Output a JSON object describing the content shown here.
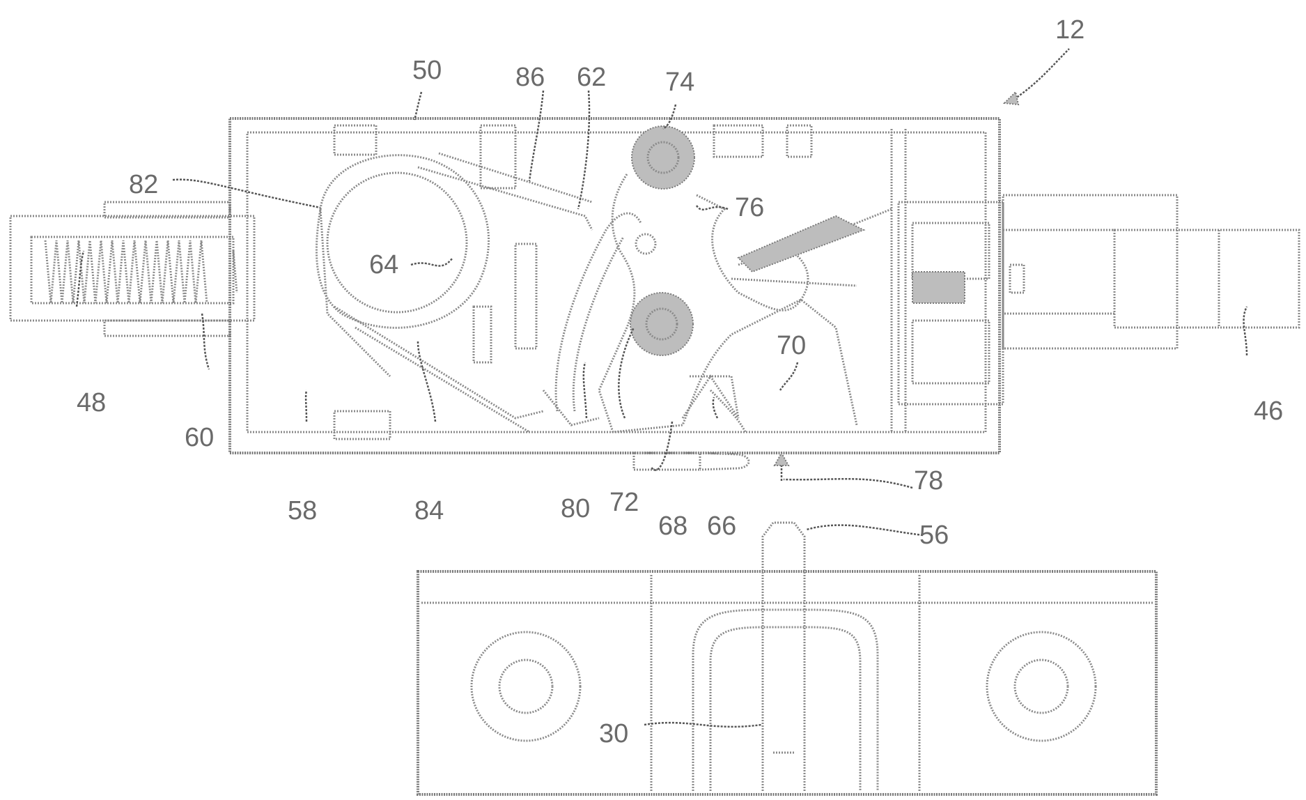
{
  "figure": {
    "reference_numerals": {
      "assembly": "12",
      "connector": "46",
      "spring": "48",
      "housing": "50",
      "striker": "56",
      "chamber": "58",
      "spring_guide": "60",
      "pawl": "62",
      "cam": "64",
      "slot": "66",
      "tab": "68",
      "lever": "70",
      "pivot_lower": "72",
      "pivot_upper": "74",
      "lever_arm": "76",
      "insertion_direction": "78",
      "pawl_tip": "80",
      "cam_ring": "82",
      "link_lower": "84",
      "link_upper": "86",
      "mount_slot": "30"
    }
  }
}
